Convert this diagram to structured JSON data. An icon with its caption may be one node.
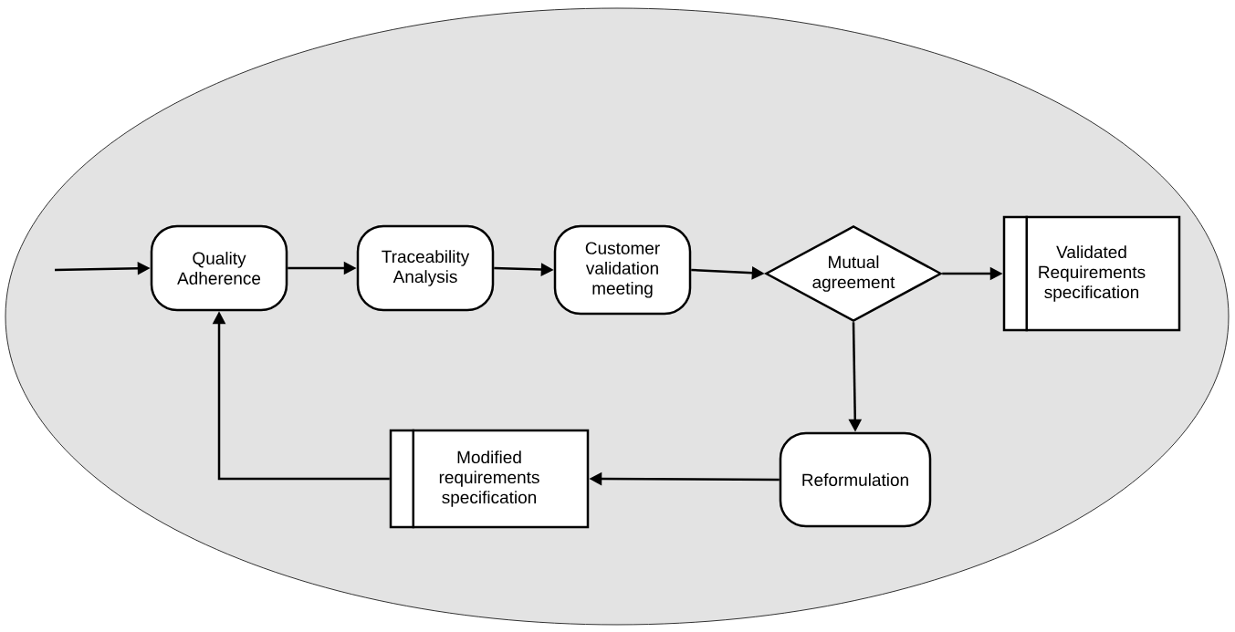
{
  "diagram": {
    "nodes": [
      {
        "text": [
          "Quality Adherence"
        ]
      },
      {
        "text": [
          "Traceability Analysis"
        ]
      },
      {
        "text": [
          "Customer validation meeting"
        ]
      },
      {
        "text": [
          "Mutual agreement"
        ]
      },
      {
        "text": [
          "Validated Requirements specification"
        ]
      },
      {
        "text": [
          "Reformulation"
        ]
      },
      {
        "text": [
          "Modified requirements specification"
        ]
      }
    ],
    "edges": [
      {
        "from": null,
        "to": 0,
        "arrow": "to"
      },
      {
        "from": 0,
        "to": 1,
        "arrow": "to"
      },
      {
        "from": 1,
        "to": 2,
        "arrow": "to"
      },
      {
        "from": 2,
        "to": 3,
        "arrow": "to"
      },
      {
        "from": 3,
        "to": 4,
        "arrow": "to"
      },
      {
        "from": 3,
        "to": 5,
        "arrow": "to"
      },
      {
        "from": 5,
        "to": 6,
        "arrow": "to"
      },
      {
        "from": 6,
        "to": 0,
        "arrow": "to"
      }
    ]
  }
}
